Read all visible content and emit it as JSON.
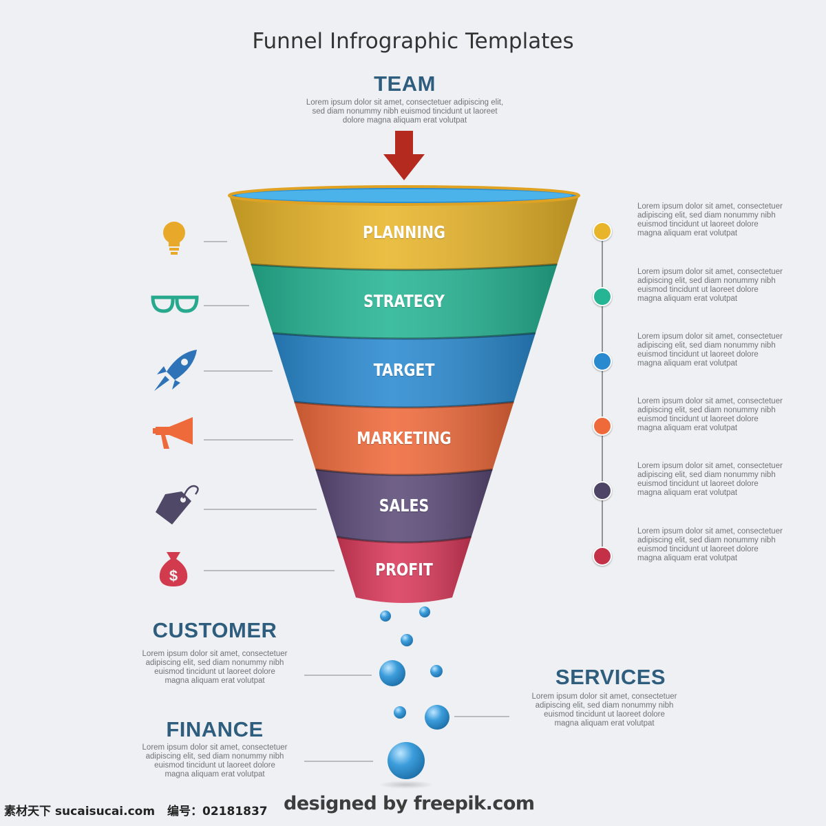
{
  "title": "Funnel Infrographic Templates",
  "team": {
    "heading": "TEAM",
    "text_lines": [
      "Lorem ipsum dolor sit amet, consectetuer adipiscing elit,",
      "sed diam nonummy nibh euismod tincidunt ut laoreet",
      "dolore magna aliquam erat volutpat"
    ]
  },
  "stages": [
    {
      "label": "PLANNING",
      "color": "#e8b52a",
      "icon": "lightbulb-icon",
      "icon_color": "#e8a92a",
      "dot_color": "#e8b52a"
    },
    {
      "label": "STRATEGY",
      "color": "#26b594",
      "icon": "glasses-icon",
      "icon_color": "#27a98d",
      "dot_color": "#26b594"
    },
    {
      "label": "TARGET",
      "color": "#2a8ad0",
      "icon": "rocket-icon",
      "icon_color": "#2e73b8",
      "dot_color": "#2a8ad0"
    },
    {
      "label": "MARKETING",
      "color": "#ef6a3b",
      "icon": "megaphone-icon",
      "icon_color": "#ee6a3b",
      "dot_color": "#ef6a3b"
    },
    {
      "label": "SALES",
      "color": "#5c4b78",
      "icon": "price-tag-icon",
      "icon_color": "#4f4866",
      "dot_color": "#4d4466"
    },
    {
      "label": "PROFIT",
      "color": "#d9395a",
      "icon": "money-bag-icon",
      "icon_color": "#d23a4e",
      "dot_color": "#c33048"
    }
  ],
  "right_notes": [
    [
      "Lorem ipsum dolor sit amet, consectetuer",
      "adipiscing elit, sed diam nonummy nibh",
      "euismod tincidunt ut laoreet dolore",
      "magna aliquam erat volutpat"
    ],
    [
      "Lorem ipsum dolor sit amet, consectetuer",
      "adipiscing elit, sed diam nonummy nibh",
      "euismod tincidunt ut laoreet dolore",
      "magna aliquam erat volutpat"
    ],
    [
      "Lorem ipsum dolor sit amet, consectetuer",
      "adipiscing elit, sed diam nonummy nibh",
      "euismod tincidunt ut laoreet dolore",
      "magna aliquam erat volutpat"
    ],
    [
      "Lorem ipsum dolor sit amet, consectetuer",
      "adipiscing elit, sed diam nonummy nibh",
      "euismod tincidunt ut laoreet dolore",
      "magna aliquam erat volutpat"
    ],
    [
      "Lorem ipsum dolor sit amet, consectetuer",
      "adipiscing elit, sed diam nonummy nibh",
      "euismod tincidunt ut laoreet dolore",
      "magna aliquam erat volutpat"
    ],
    [
      "Lorem ipsum dolor sit amet, consectetuer",
      "adipiscing elit, sed diam nonummy nibh",
      "euismod tincidunt ut laoreet dolore",
      "magna aliquam erat volutpat"
    ]
  ],
  "customer": {
    "heading": "CUSTOMER",
    "text_lines": [
      "Lorem ipsum dolor sit amet, consectetuer",
      "adipiscing elit, sed diam nonummy nibh",
      "euismod tincidunt ut laoreet dolore",
      "magna aliquam erat volutpat"
    ]
  },
  "services": {
    "heading": "SERVICES",
    "text_lines": [
      "Lorem ipsum dolor sit amet, consectetuer",
      "adipiscing elit, sed diam nonummy nibh",
      "euismod tincidunt ut laoreet dolore",
      "magna aliquam erat volutpat"
    ]
  },
  "finance": {
    "heading": "FINANCE",
    "text_lines": [
      "Lorem ipsum dolor sit amet, consectetuer",
      "adipiscing elit, sed diam nonummy nibh",
      "euismod tincidunt ut laoreet dolore",
      "magna aliquam erat volutpat"
    ]
  },
  "colors": {
    "heading": "#2f5d7e",
    "arrow": "#b52a1f",
    "funnel_rim": "#3aa0dc",
    "bubble": "#3c9ddb"
  },
  "watermark": {
    "site": "素材天下 sucaisucai.com",
    "id": "编号：02181837",
    "credit": "designed by freepik.com"
  }
}
